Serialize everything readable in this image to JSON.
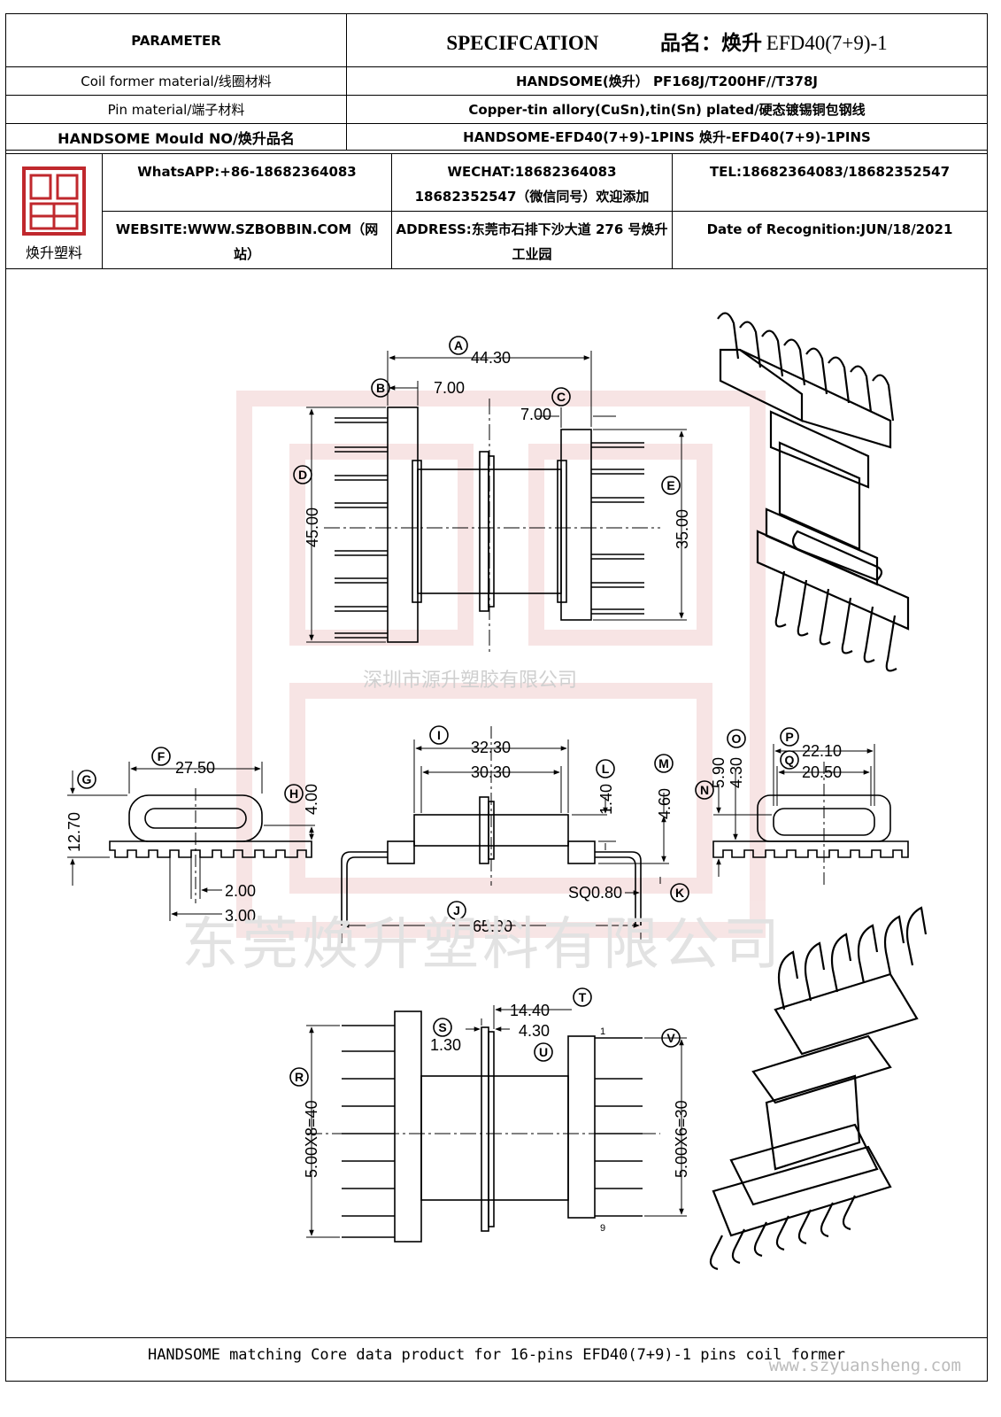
{
  "header": {
    "parameter": "PARAMETER",
    "spec": "SPECIFCATION",
    "product_prefix": "品名：焕升",
    "product_name": "EFD40(7+9)-1"
  },
  "rows": [
    {
      "label": "Coil former material/线圈材料",
      "value": "HANDSOME(焕升）  PF168J/T200HF//T378J"
    },
    {
      "label": "Pin material/端子材料",
      "value": "Copper-tin allory(CuSn),tin(Sn) plated/硬态镀锡铜包钢线"
    },
    {
      "label": "HANDSOME Mould NO/焕升品名",
      "value": "HANDSOME-EFD40(7+9)-1PINS    焕升-EFD40(7+9)-1PINS"
    }
  ],
  "company": {
    "logo_caption": "焕升塑料",
    "whatsapp": "WhatsAPP:+86-18682364083",
    "wechat": "WECHAT:18682364083 18682352547（微信同号）欢迎添加",
    "tel": "TEL:18682364083/18682352547",
    "website": "WEBSITE:WWW.SZBOBBIN.COM（网站）",
    "address": "ADDRESS:东莞市石排下沙大道 276 号焕升工业园",
    "date": "Date of Recognition:JUN/18/2021"
  },
  "watermarks": {
    "small": "深圳市源升塑胶有限公司",
    "large": "东莞焕升塑料有限公司",
    "url": "www.szyuansheng.com"
  },
  "footer": "HANDSOME matching Core data  product for 16-pins EFD40(7+9)-1 pins coil former",
  "dimensions": {
    "A": "44.30",
    "B": "7.00",
    "C": "7.00",
    "D": "45.00",
    "E": "35.00",
    "F": "27.50",
    "G": "12.70",
    "H": "4.00",
    "pin_w": "2.00",
    "pin_p": "3.00",
    "I": "32.30",
    "I2": "30.30",
    "L": "1.40",
    "M": "4.60",
    "J": "65.00",
    "K": "SQ0.80",
    "N": "5.90",
    "O": "4.30",
    "P": "22.10",
    "Q": "20.50",
    "T": "14.40",
    "U": "4.30",
    "S": "1.30",
    "R": "5.00X8=40",
    "V": "5.00X6=30"
  },
  "callouts": [
    "A",
    "B",
    "C",
    "D",
    "E",
    "F",
    "G",
    "H",
    "I",
    "J",
    "K",
    "L",
    "M",
    "N",
    "O",
    "P",
    "Q",
    "R",
    "S",
    "T",
    "U",
    "V"
  ],
  "pin_marks": {
    "first": "1",
    "last": "9"
  }
}
